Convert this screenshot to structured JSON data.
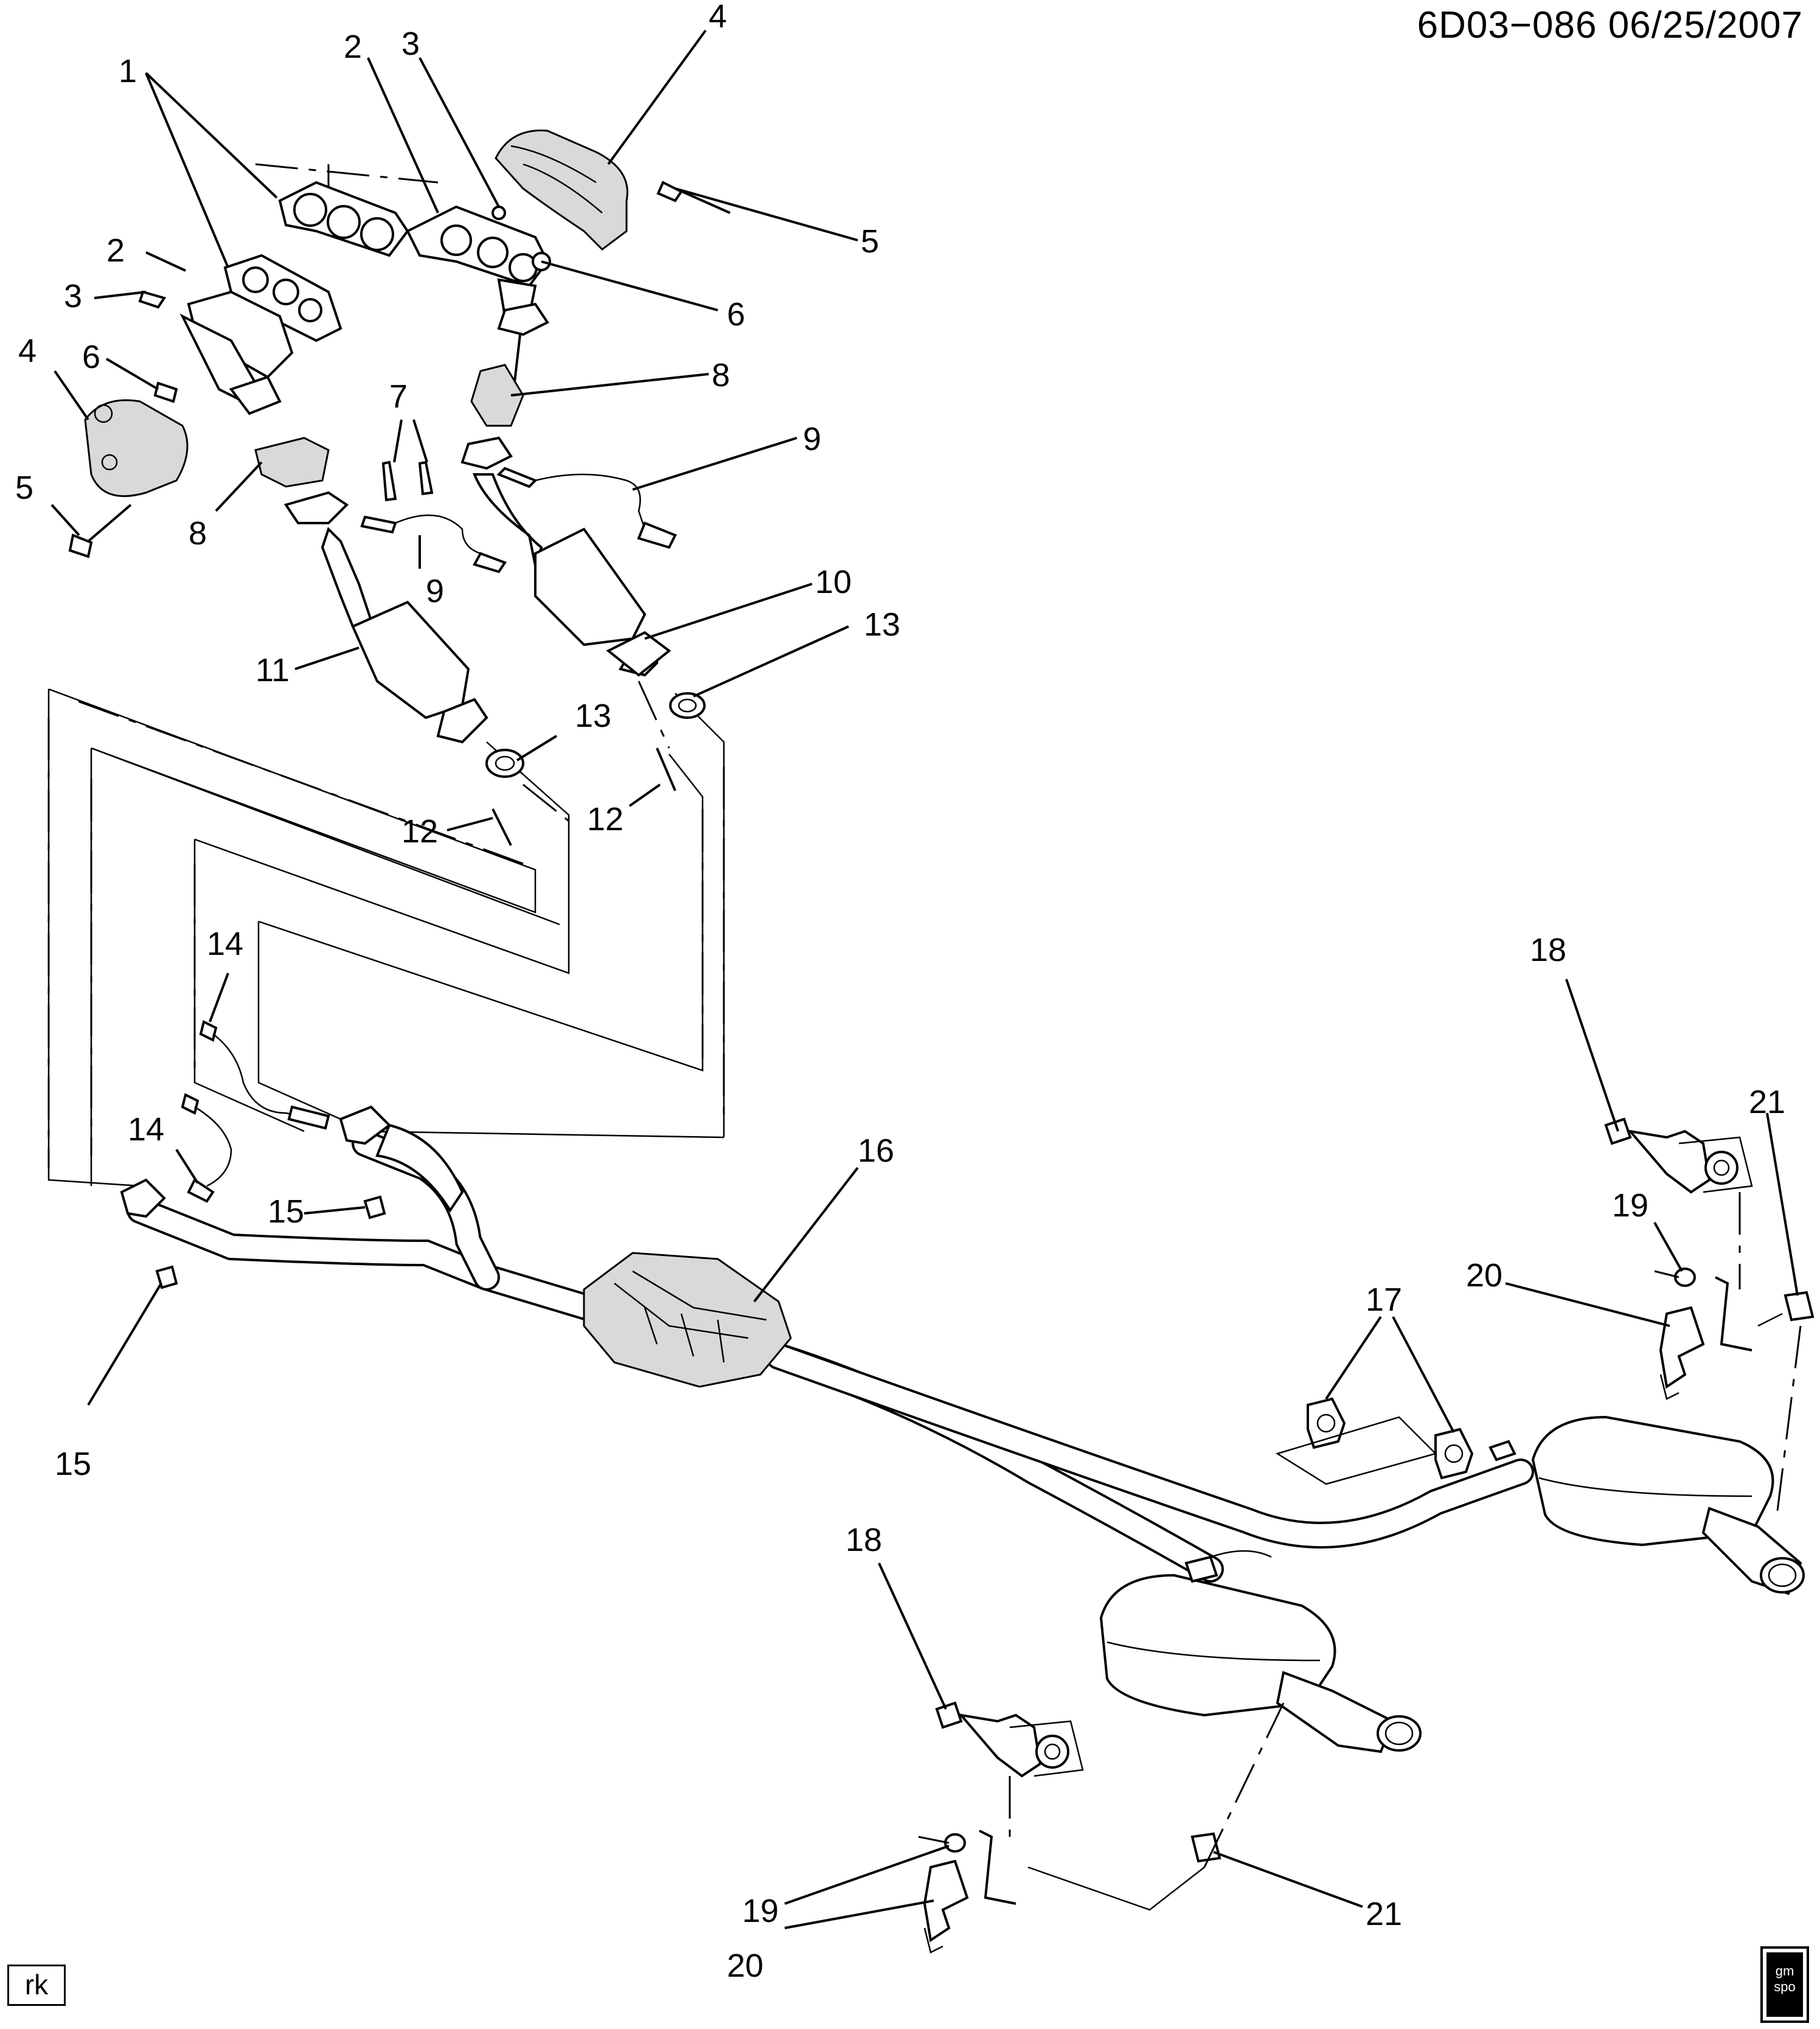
{
  "header": {
    "code": "6D03−086  06/25/2007"
  },
  "stamp": "rk",
  "logo": {
    "line1": "gm",
    "line2": "spo"
  },
  "callouts": [
    "1",
    "2",
    "3",
    "4",
    "5",
    "6",
    "7",
    "8",
    "9",
    "10",
    "11",
    "12",
    "13",
    "14",
    "15",
    "16",
    "17",
    "18",
    "19",
    "20",
    "21"
  ],
  "icons": {
    "exhaust-manifold": "exhaust-manifold-icon",
    "heat-shield": "heat-shield-icon",
    "catalytic-converter": "catalytic-converter-icon",
    "oxygen-sensor": "oxygen-sensor-icon",
    "muffler": "muffler-icon",
    "hanger": "hanger-icon",
    "bracket": "bracket-icon",
    "gasket": "gasket-icon",
    "bolt": "bolt-icon"
  }
}
